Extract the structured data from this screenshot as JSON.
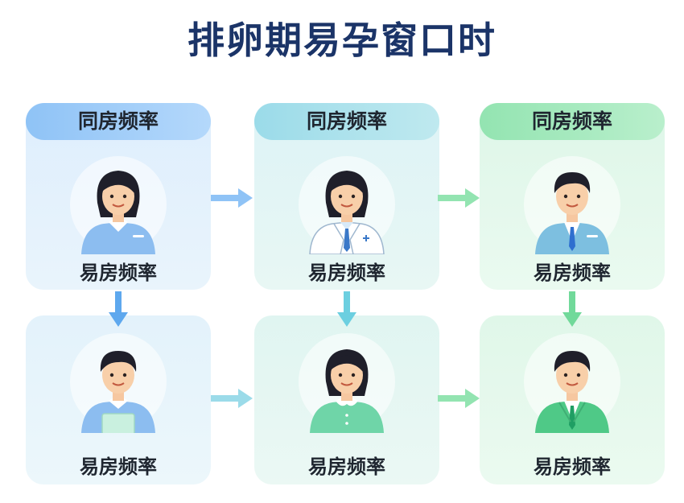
{
  "page": {
    "title": "排卵期易孕窗口时"
  },
  "cards": [
    {
      "header": "同房频率",
      "label": "易房频率"
    },
    {
      "header": "同房频率",
      "label": "易房频率"
    },
    {
      "header": "同房频率",
      "label": "易房频率"
    },
    {
      "label": "易房频率"
    },
    {
      "label": "易房频率"
    },
    {
      "label": "易房频率"
    }
  ],
  "colors": {
    "title": "#1b3468",
    "blue": "#8fc3f6",
    "teal": "#9bdbe9",
    "green": "#93e4b1",
    "arrow_blue": "#5ea8ee",
    "arrow_teal": "#6ccfe0",
    "arrow_green": "#71d99a"
  },
  "icons": [
    "woman-blue-uniform-icon",
    "female-doctor-icon",
    "man-suit-teal-icon",
    "man-clipboard-icon",
    "woman-green-uniform-icon",
    "man-green-suit-icon",
    "arrow-right-icon",
    "arrow-down-icon"
  ]
}
